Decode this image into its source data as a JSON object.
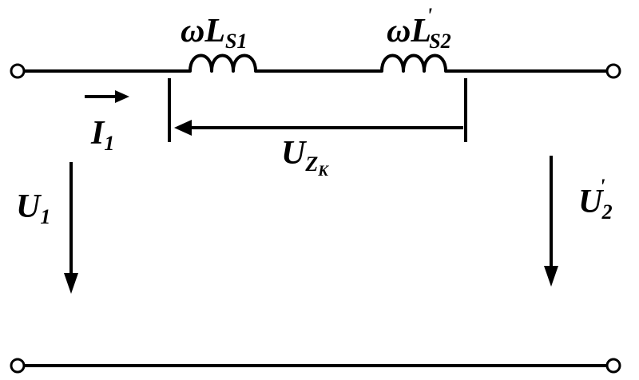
{
  "labels": {
    "inductor_1": {
      "main": "ωL",
      "sub": "S1",
      "prime": ""
    },
    "inductor_2": {
      "main": "ωL",
      "sub": "S2",
      "prime": "'"
    },
    "current": {
      "main": "I",
      "sub": "1"
    },
    "voltage_zk": {
      "main": "U",
      "sub": "Z",
      "subsub": "K"
    },
    "voltage_in": {
      "main": "U",
      "sub": "1"
    },
    "voltage_out": {
      "main": "U",
      "sub": "2",
      "prime": "'"
    }
  }
}
